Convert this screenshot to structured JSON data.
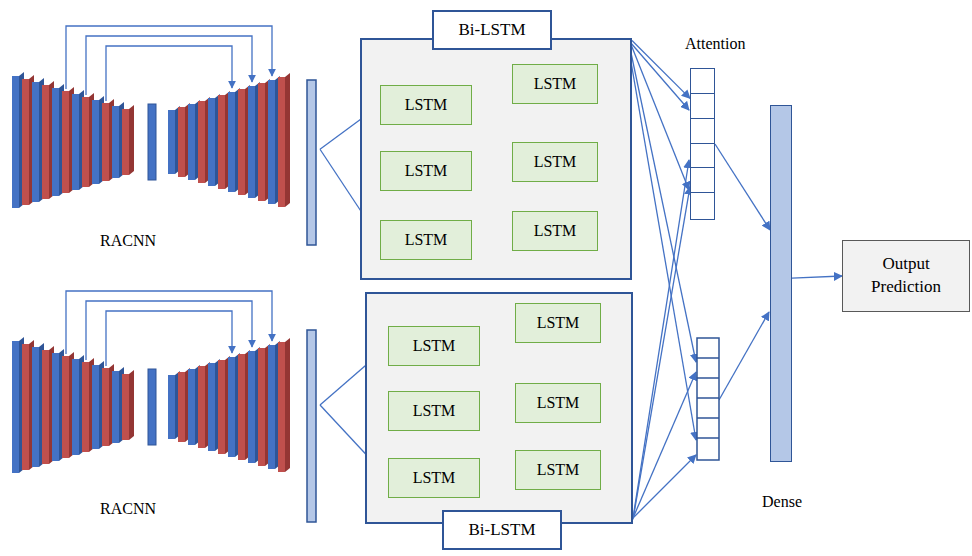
{
  "diagram": {
    "nodes": [
      {
        "text": [
          "RACNN"
        ]
      },
      {
        "text": [
          "Bi-LSTM"
        ]
      },
      {
        "text": [
          "LSTM"
        ],
        "in": 1
      },
      {
        "text": [
          "LSTM"
        ],
        "in": 1
      },
      {
        "text": [
          "LSTM"
        ],
        "in": 1
      },
      {
        "text": [
          "LSTM"
        ],
        "in": 1
      },
      {
        "text": [
          "LSTM"
        ],
        "in": 1
      },
      {
        "text": [
          "LSTM"
        ],
        "in": 1
      },
      {
        "text": [
          "RACNN"
        ]
      },
      {
        "text": [
          "Bi-LSTM"
        ]
      },
      {
        "text": [
          "LSTM"
        ],
        "in": 9
      },
      {
        "text": [
          "LSTM"
        ],
        "in": 9
      },
      {
        "text": [
          "LSTM"
        ],
        "in": 9
      },
      {
        "text": [
          "LSTM"
        ],
        "in": 9
      },
      {
        "text": [
          "LSTM"
        ],
        "in": 9
      },
      {
        "text": [
          "LSTM"
        ],
        "in": 9
      },
      {
        "text": [
          "Attention"
        ]
      },
      {
        "text": [
          "Dense"
        ]
      },
      {
        "text": [
          "Output Prediction"
        ]
      }
    ],
    "edges": [
      {
        "from": 0,
        "to": 2,
        "arrow": "to"
      },
      {
        "from": 0,
        "to": 4,
        "arrow": "to"
      },
      {
        "from": 2,
        "to": 3,
        "arrow": "to"
      },
      {
        "from": 3,
        "to": 4,
        "arrow": "to"
      },
      {
        "from": 7,
        "to": 6,
        "arrow": "to"
      },
      {
        "from": 6,
        "to": 5,
        "arrow": "to"
      },
      {
        "from": 8,
        "to": 10,
        "arrow": "to"
      },
      {
        "from": 8,
        "to": 12,
        "arrow": "to"
      },
      {
        "from": 10,
        "to": 11,
        "arrow": "to"
      },
      {
        "from": 11,
        "to": 12,
        "arrow": "to"
      },
      {
        "from": 15,
        "to": 14,
        "arrow": "to"
      },
      {
        "from": 14,
        "to": 13,
        "arrow": "to"
      },
      {
        "from": 1,
        "to": 16,
        "arrow": "to"
      },
      {
        "from": 9,
        "to": 16,
        "arrow": "to"
      },
      {
        "from": 16,
        "to": 17,
        "arrow": "to"
      },
      {
        "from": 17,
        "to": 18,
        "arrow": "to"
      }
    ]
  }
}
